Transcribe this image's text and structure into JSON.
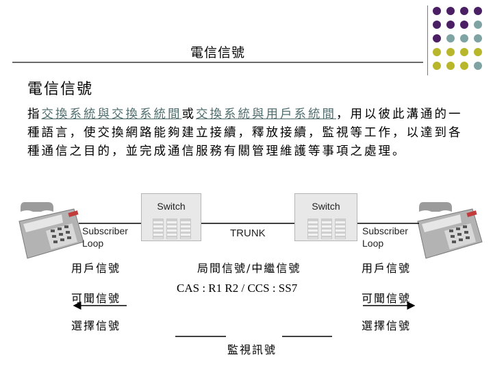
{
  "slide": {
    "title": "電信信號",
    "heading": "電信信號"
  },
  "paragraph": {
    "prefix": "指",
    "link1": "交換系統與交換系統間",
    "connector": "或",
    "link2": "交換系統與用戶系統間",
    "rest": "，用以彼此溝通的一種語言，使交換網路能夠建立接續，釋放接續，監視等工作，以達到各種通信之目的，並完成通信服務有關管理維護等事項之處理。"
  },
  "diagram": {
    "switch_left": "Switch",
    "switch_right": "Switch",
    "subscriber_loop_left": [
      "Subscriber",
      "Loop"
    ],
    "subscriber_loop_right": [
      "Subscriber",
      "Loop"
    ],
    "trunk": "TRUNK",
    "left_labels": [
      "用戶信號",
      "可聞信號",
      "選擇信號"
    ],
    "center_labels": [
      "局間信號/中繼信號",
      "CAS : R1 R2 / CCS : SS7"
    ],
    "right_labels": [
      "用戶信號",
      "可聞信號",
      "選擇信號"
    ],
    "bottom_label": "監視訊號"
  },
  "icons": [
    "telephone-icon",
    "switch-icon"
  ],
  "colors": {
    "dot_purple": "#4b1f63",
    "dot_teal": "#7fa3a3",
    "dot_olive": "#b8b62a",
    "link": "#4f6d6d"
  }
}
